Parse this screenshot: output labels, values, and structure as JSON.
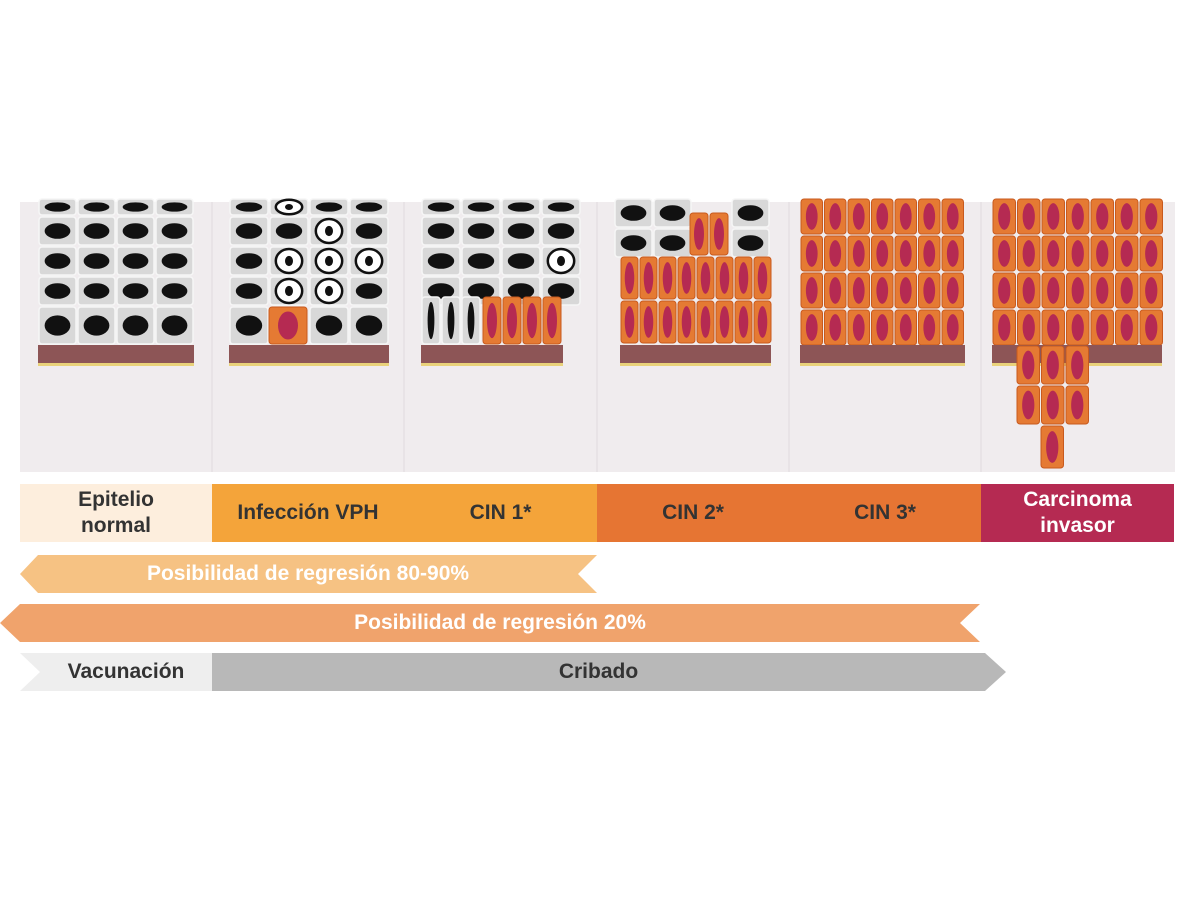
{
  "stages": [
    {
      "label": "Epitelio\nnormal",
      "fill": "#fdeedd",
      "text_color": "#333333"
    },
    {
      "label": "Infección VPH",
      "fill": "#f4a43a",
      "text_color": "#333333"
    },
    {
      "label": "CIN 1*",
      "fill": "#f4a43a",
      "text_color": "#333333"
    },
    {
      "label": "CIN 2*",
      "fill": "#e67533",
      "text_color": "#333333"
    },
    {
      "label": "CIN 3*",
      "fill": "#e67533",
      "text_color": "#333333"
    },
    {
      "label": "Carcinoma\ninvasor",
      "fill": "#b52a52",
      "text_color": "#ffffff"
    }
  ],
  "bands": {
    "regression_80_90": {
      "label": "Posibilidad de regresión 80-90%",
      "color": "#f6c283"
    },
    "regression_20": {
      "label": "Posibilidad de regresión 20%",
      "color": "#f0a36c"
    },
    "vaccination": {
      "label": "Vacunación",
      "color": "#eeeeee"
    },
    "screening": {
      "label": "Cribado",
      "color": "#b8b8b8"
    }
  },
  "colors": {
    "panel_bg": "#f0ecee",
    "normal_cell": "#d8d8d8",
    "normal_nucleus": "#111111",
    "abnormal_cell": "#e57a33",
    "abnormal_nucleus": "#b52a52",
    "basement_membrane": "#8d5556",
    "basement_line": "#e9d27a"
  }
}
